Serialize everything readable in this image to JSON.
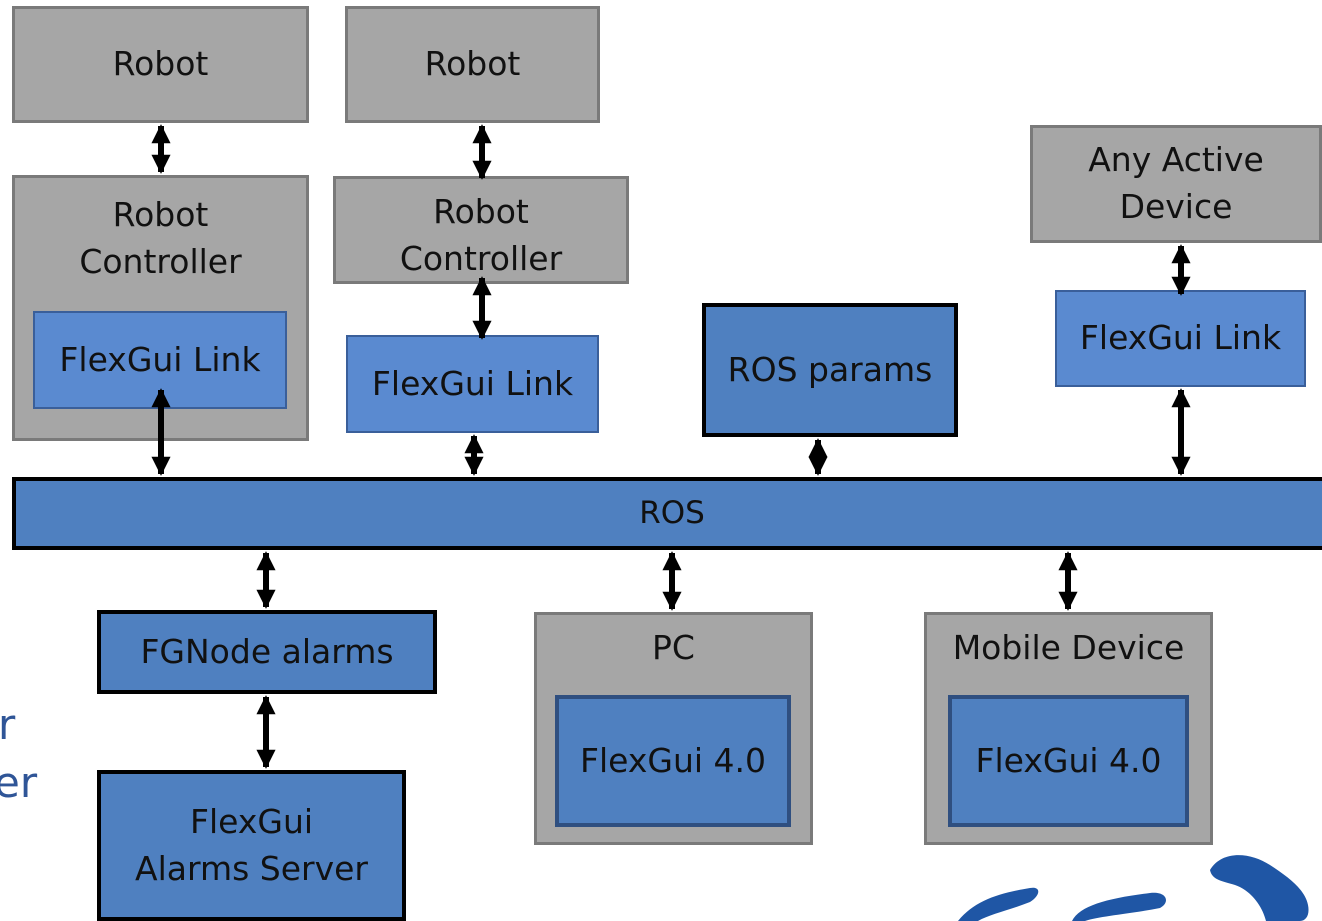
{
  "colors": {
    "gray_box": "#a6a6a6",
    "gray_border": "#7a7a7a",
    "blue_box": "#5a8ad0",
    "blue_dark": "#4f80c0",
    "arrow": "#000000",
    "side_text": "#2f5597",
    "logo": "#1f56a5"
  },
  "nodes": {
    "robot_1": "Robot",
    "robot_2": "Robot",
    "robot_controller_1": "Robot Controller",
    "robot_controller_2": "Robot Controller",
    "flexgui_link_1": "FlexGui Link",
    "flexgui_link_2": "FlexGui Link",
    "flexgui_link_3": "FlexGui Link",
    "any_active_device": "Any Active Device",
    "ros_params": "ROS params",
    "ros_bus": "ROS",
    "fgnode_alarms": "FGNode alarms",
    "flexgui_alarms_server": "FlexGui Alarms Server",
    "pc": "PC",
    "flexgui_pc": "FlexGui 4.0",
    "mobile_device": "Mobile Device",
    "flexgui_mobile": "FlexGui 4.0"
  },
  "side_text": {
    "line1": "r",
    "line2": "er"
  },
  "logo_icon": "robot-arm-logo"
}
